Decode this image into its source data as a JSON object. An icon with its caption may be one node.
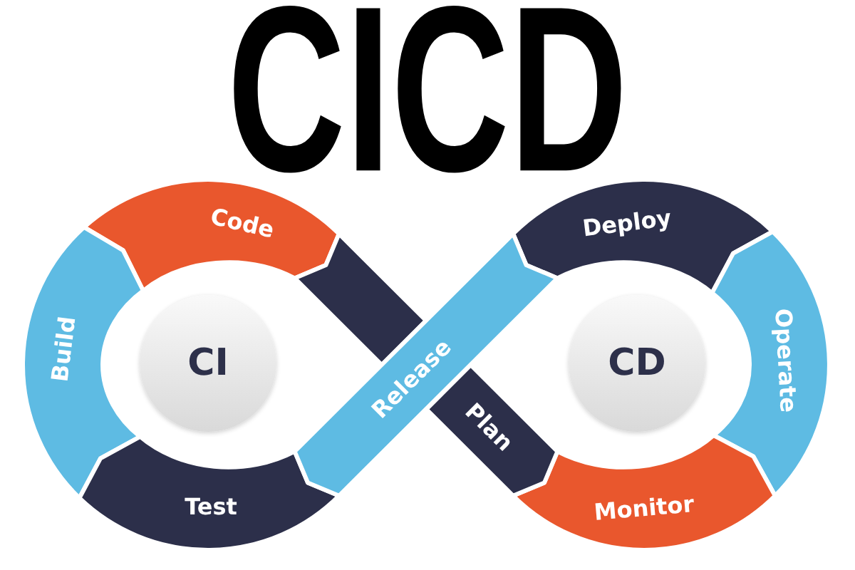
{
  "diagram": {
    "title": "CICD",
    "nodes": [
      {
        "text": [
          "CI"
        ]
      },
      {
        "text": [
          "Code"
        ]
      },
      {
        "text": [
          "Build"
        ]
      },
      {
        "text": [
          "Test"
        ]
      },
      {
        "text": [
          "Release"
        ]
      },
      {
        "text": [
          "Plan"
        ]
      },
      {
        "text": [
          "CD"
        ]
      },
      {
        "text": [
          "Deploy"
        ]
      },
      {
        "text": [
          "Operate"
        ]
      },
      {
        "text": [
          "Monitor"
        ]
      }
    ]
  }
}
